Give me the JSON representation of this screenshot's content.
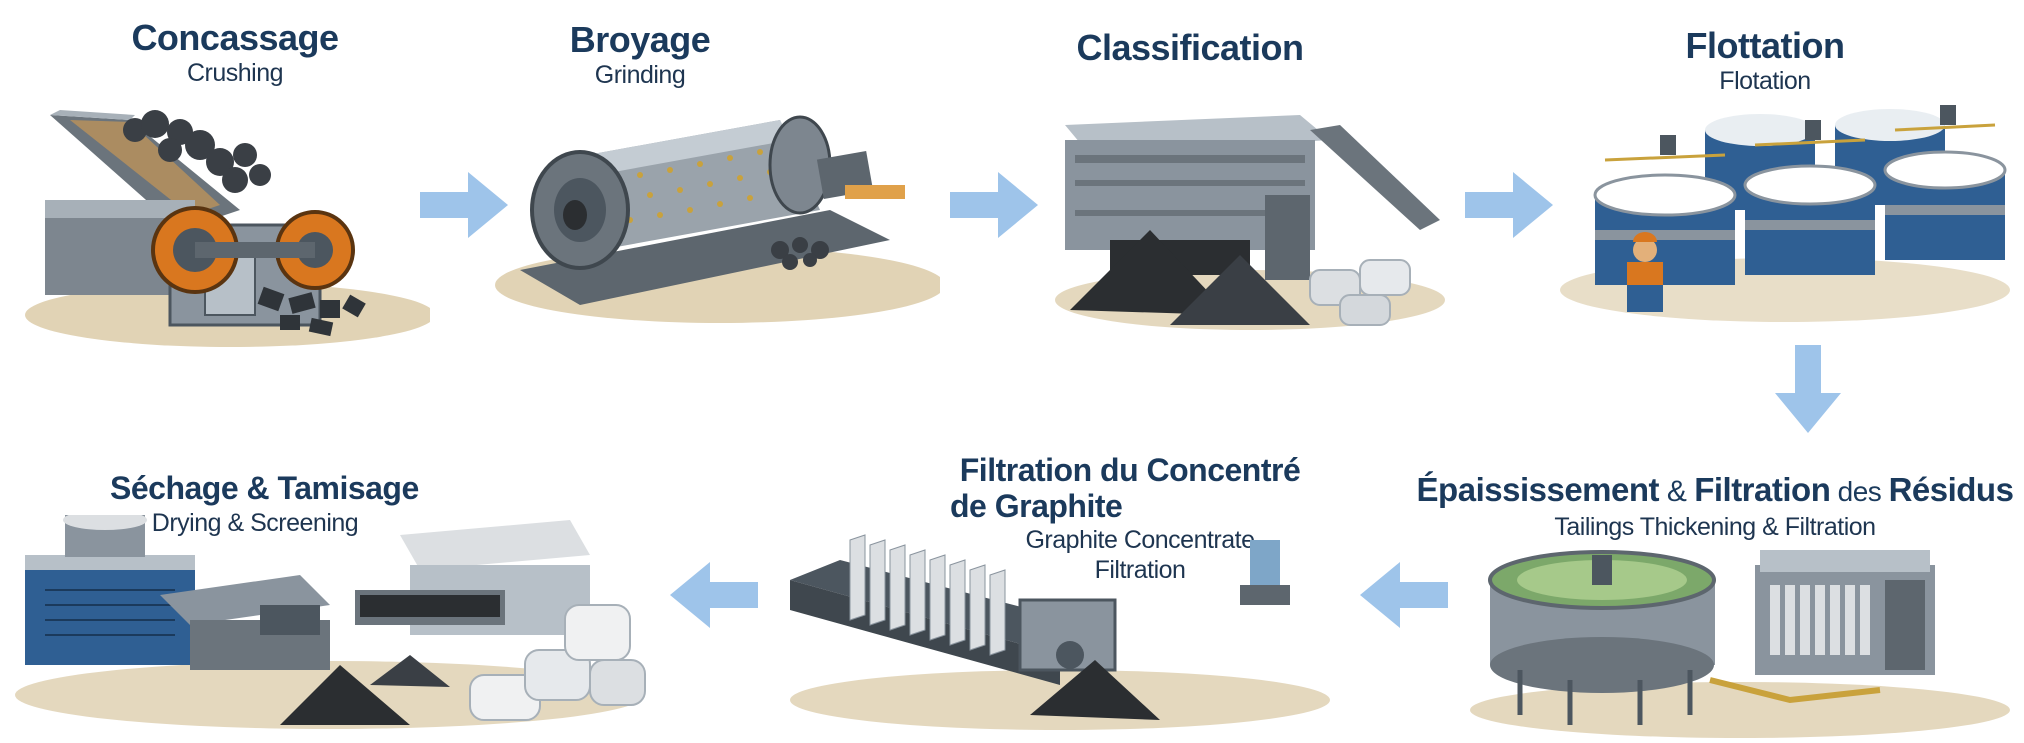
{
  "stages": [
    {
      "fr": "Concassage",
      "en": "Crushing",
      "icon": "jaw-crusher-icon"
    },
    {
      "fr": "Broyage",
      "en": "Grinding",
      "icon": "ball-mill-icon"
    },
    {
      "fr": "Classification",
      "en": "",
      "icon": "classifier-icon"
    },
    {
      "fr": "Flottation",
      "en": "Flotation",
      "icon": "flotation-cells-icon"
    },
    {
      "fr_a": "Épaississement",
      "fr_amp": " & ",
      "fr_b": "Filtration",
      "fr_c": " des ",
      "fr_d": "Résidus",
      "en": "Tailings Thickening & Filtration",
      "icon": "thickener-filter-icon"
    },
    {
      "fr_1": "Filtration du Concentré",
      "fr_2": "de Graphite",
      "en_1": "Graphite Concentrate",
      "en_2": "Filtration",
      "icon": "filter-press-icon"
    },
    {
      "fr": "Séchage & Tamisage",
      "en": "Drying & Screening",
      "icon": "dryer-screen-icon"
    }
  ],
  "colors": {
    "title": "#1b3a5c",
    "arrow": "#9ec4ea",
    "steel": "#8a949e",
    "dark_steel": "#4c565f",
    "orange": "#d9771f",
    "blue_tank": "#2f5f93",
    "graphite": "#2b2e31",
    "sand": "#d9c8a3"
  }
}
